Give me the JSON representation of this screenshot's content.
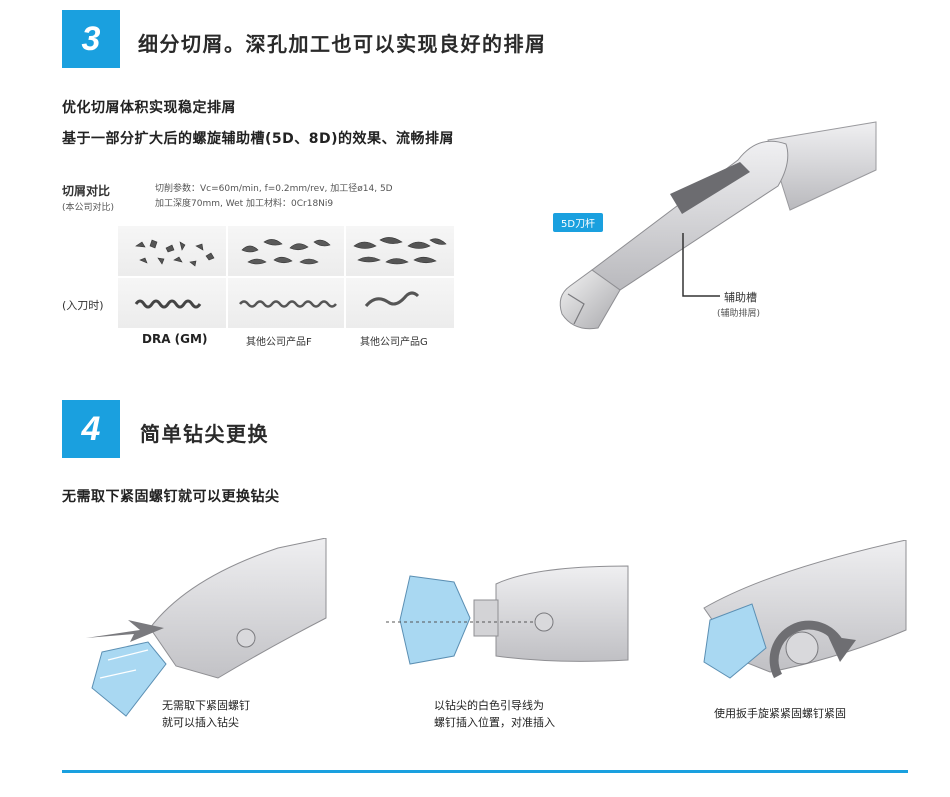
{
  "section3": {
    "number": "3",
    "title": "细分切屑。深孔加工也可以实现良好的排屑",
    "line1": "优化切屑体积实现稳定排屑",
    "line2": "基于一部分扩大后的螺旋辅助槽(5D、8D)的效果、流畅排屑",
    "chip_label": "切屑对比",
    "chip_sublabel": "(本公司对比)",
    "params_line1": "切削参数：Vc=60m/min, f=0.2mm/rev, 加工径ø14, 5D",
    "params_line2": "加工深度70mm, Wet  加工材料：0Cr18Ni9",
    "entry_label": "(入刀时)",
    "products": [
      "DRA (GM)",
      "其他公司产品F",
      "其他公司产品G"
    ],
    "drill_badge": "5D刀杆",
    "groove_label": "辅助槽",
    "groove_sublabel": "(辅助排屑)"
  },
  "section4": {
    "number": "4",
    "title": "简单钻尖更换",
    "subtitle": "无需取下紧固螺钉就可以更换钻尖",
    "captions": [
      {
        "line1": "无需取下紧固螺钉",
        "line2": "就可以插入钻尖"
      },
      {
        "line1": "以钻尖的白色引导线为",
        "line2": "螺钉插入位置，对准插入"
      },
      {
        "line1": "使用扳手旋紧紧固螺钉紧固",
        "line2": ""
      }
    ]
  },
  "colors": {
    "accent": "#1aa0df",
    "tip_blue": "#a9d8f2",
    "body_gray": "#d4d4d6"
  }
}
